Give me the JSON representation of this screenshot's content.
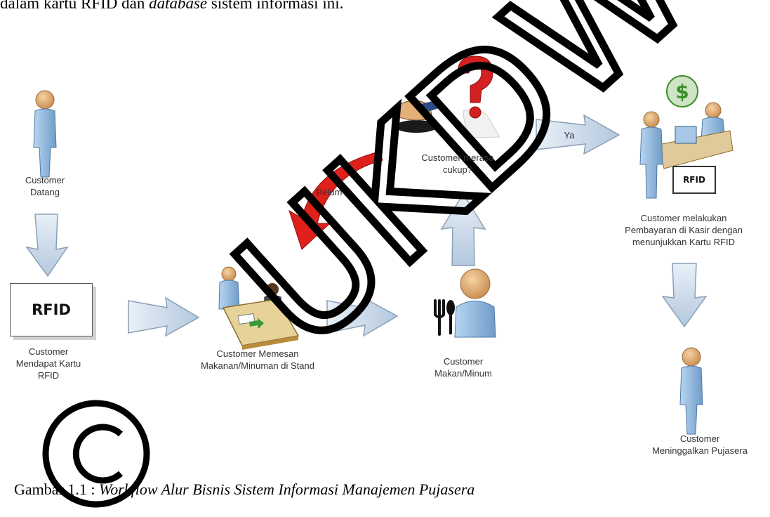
{
  "intro": {
    "text_start": "dalam kartu RFID dan ",
    "text_italic": "database",
    "text_end": " sistem informasi ini."
  },
  "nodes": {
    "customer_datang": "Customer\nDatang",
    "rfid_card": "RFID",
    "mendapat_kartu": "Customer\nMendapat Kartu\nRFID",
    "memesan": "Customer Memesan\nMakanan/Minuman di Stand",
    "makan": "Customer\nMakan/Minum",
    "merasa_cukup": "Customer merasa\ncukup?",
    "pembayaran": "Customer melakukan\nPembayaran di Kasir dengan\nmenunjukkan Kartu RFID",
    "rfid_tag": "RFID",
    "meninggalkan": "Customer\nMeninggalkan Pujasera"
  },
  "edges": {
    "ya": "Ya",
    "belum": "Belum"
  },
  "watermark": {
    "letters": "UKDW"
  },
  "caption": {
    "prefix": "Gambar 1.1 : ",
    "italic": "Workflow Alur Bisnis Sistem Informasi Manajemen Pujasera"
  },
  "colors": {
    "arrow_fill": "#c9d9ea",
    "arrow_stroke": "#8a9fb6",
    "loop_arrow": "#e0201b",
    "person_body": "#8fb9e0",
    "person_head": "#e6b27a",
    "question_mark": "#d32020",
    "money_green": "#3a8f2a"
  }
}
